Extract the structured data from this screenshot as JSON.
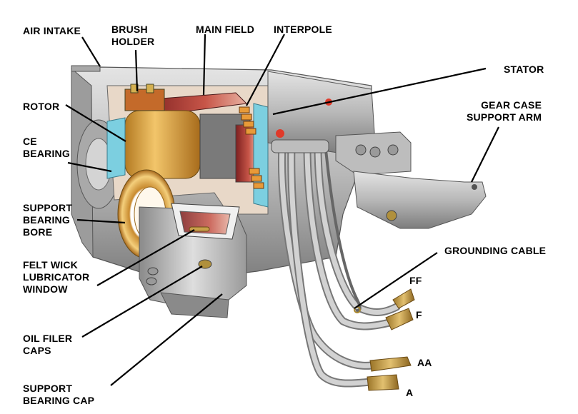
{
  "labels": {
    "air_intake": "AIR INTAKE",
    "brush_holder": "BRUSH\nHOLDER",
    "main_field": "MAIN FIELD",
    "interpole": "INTERPOLE",
    "stator": "STATOR",
    "rotor": "ROTOR",
    "ce_bearing": "CE\nBEARING",
    "gear_case_support_arm": "GEAR CASE\nSUPPORT ARM",
    "support_bearing_bore": "SUPPORT\nBEARING\nBORE",
    "grounding_cable": "GROUNDING CABLE",
    "felt_wick": "FELT WICK\nLUBRICATOR\nWINDOW",
    "oil_filer_caps": "OIL FILER\nCAPS",
    "support_bearing_cap": "SUPPORT\nBEARING CAP",
    "ff": "FF",
    "f": "F",
    "aa": "AA",
    "a": "A"
  },
  "colors": {
    "housing": "#c8c8c8",
    "housing_dark": "#8e8e8e",
    "copper": "#d9a046",
    "field_red": "#b3413a",
    "interpole_orange": "#e08a30",
    "cyan": "#7ccfe0",
    "cable": "#b5b5b5",
    "lug": "#c9a04a"
  }
}
